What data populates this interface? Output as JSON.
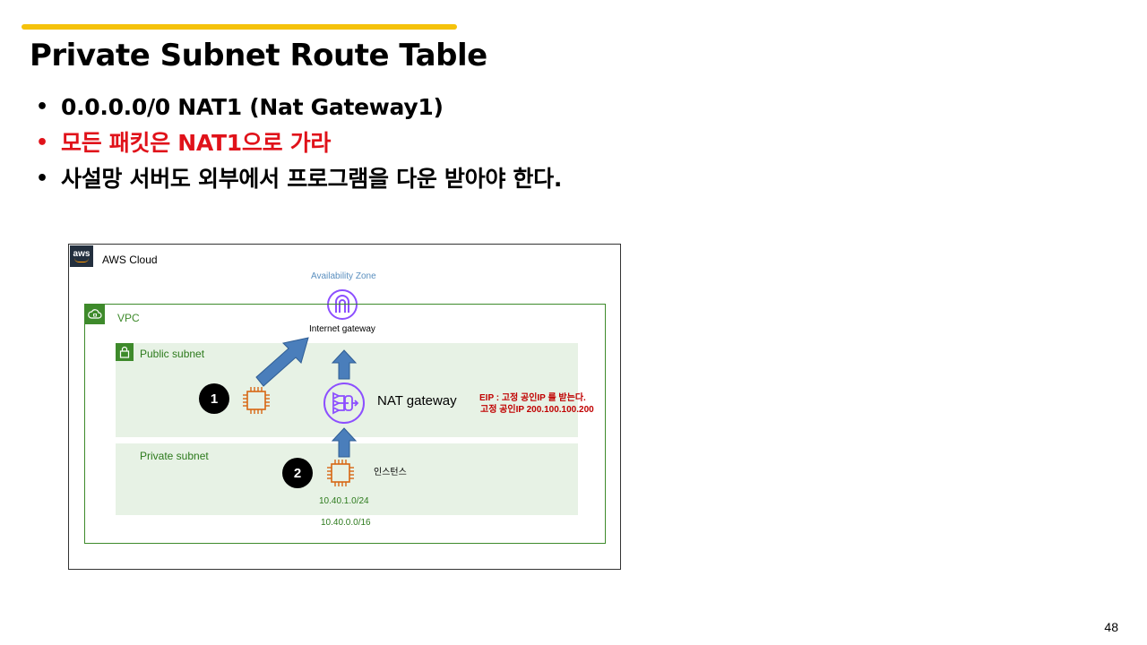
{
  "slide": {
    "title": "Private Subnet Route Table",
    "bullets": [
      {
        "text": "0.0.0.0/0 NAT1 (Nat Gateway1)",
        "color": "#000000"
      },
      {
        "text": "모든 패킷은 NAT1으로 가라",
        "color": "#e0121a"
      },
      {
        "text": "사설망 서버도 외부에서 프로그램을 다운 받아야 한다.",
        "color": "#000000"
      }
    ],
    "bullet_marker": "•",
    "page_number": "48",
    "accent_color": "#f5c20b"
  },
  "diagram": {
    "aws_logo_text": "aws",
    "aws_cloud_label": "AWS Cloud",
    "availability_zone_label": "Availability Zone",
    "vpc_label": "VPC",
    "internet_gateway_label": "Internet gateway",
    "public_subnet_label": "Public subnet",
    "private_subnet_label": "Private subnet",
    "nat_gateway_label": "NAT gateway",
    "eip_note_line1": "EIP : 고정 공인IP 를 받는다.",
    "eip_note_line2": "고정 공인IP 200.100.100.200",
    "instance_label": "인스턴스",
    "private_cidr": "10.40.1.0/24",
    "vpc_cidr": "10.40.0.0/16",
    "badge_1": "1",
    "badge_2": "2",
    "icons": [
      "aws-logo",
      "vpc-cloud-icon",
      "lock-icon",
      "internet-gateway-icon",
      "ec2-instance-icon",
      "nat-gateway-icon",
      "arrow-up-icon",
      "arrow-diagonal-icon"
    ],
    "colors": {
      "vpc_green": "#3e8a2b",
      "subnet_bg": "#e7f2e5",
      "gateway_purple": "#8c4fff",
      "instance_orange": "#d86613",
      "arrow_blue": "#4a7ebb",
      "note_red": "#c00000"
    }
  }
}
